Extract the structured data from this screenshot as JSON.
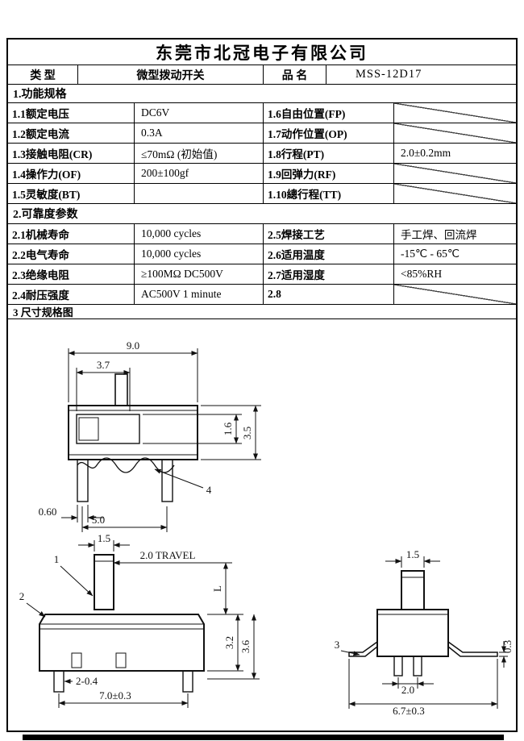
{
  "header": {
    "company": "东莞市北冠电子有限公司",
    "type_label": "类 型",
    "type_value": "微型拨动开关",
    "name_label": "品 名",
    "name_value": "MSS-12D17"
  },
  "section1": {
    "title": "1.功能规格",
    "rows": [
      {
        "label_l": "1.1额定电压",
        "value_l": "DC6V",
        "label_r": "1.6自由位置(FP)",
        "value_r": ""
      },
      {
        "label_l": "1.2额定电流",
        "value_l": "0.3A",
        "label_r": "1.7动作位置(OP)",
        "value_r": ""
      },
      {
        "label_l": "1.3接触电阻(CR)",
        "value_l": "≤70mΩ (初始值)",
        "label_r": "1.8行程(PT)",
        "value_r": "2.0±0.2mm"
      },
      {
        "label_l": "1.4操作力(OF)",
        "value_l": "200±100gf",
        "label_r": "1.9回弹力(RF)",
        "value_r": ""
      },
      {
        "label_l": "1.5灵敏度(BT)",
        "value_l": "",
        "label_r": "1.10總行程(TT)",
        "value_r": ""
      }
    ]
  },
  "section2": {
    "title": "2.可靠度参数",
    "rows": [
      {
        "label_l": "2.1机械寿命",
        "value_l": "10,000 cycles",
        "label_r": "2.5焊接工艺",
        "value_r": "手工焊、回流焊"
      },
      {
        "label_l": "2.2电气寿命",
        "value_l": "10,000 cycles",
        "label_r": "2.6适用温度",
        "value_r": "-15℃ - 65℃"
      },
      {
        "label_l": "2.3绝缘电阻",
        "value_l": "≥100MΩ DC500V",
        "label_r": "2.7适用湿度",
        "value_r": "<85%RH"
      },
      {
        "label_l": "2.4耐压强度",
        "value_l": "AC500V 1 minute",
        "label_r": "2.8",
        "value_r": ""
      }
    ]
  },
  "section3": {
    "title": "3 尺寸规格图"
  },
  "drawing": {
    "top_view": {
      "dim_width": "9.0",
      "dim_slot": "3.7",
      "dim_inner_h": "1.6",
      "dim_body_h": "3.5",
      "dim_pin_w": "0.60",
      "dim_pin_pitch": "5.0",
      "callout_spring": "4"
    },
    "front_view": {
      "dim_stem_w": "1.5",
      "travel": "2.0 TRAVEL",
      "dim_stem_h": "L",
      "dim_body_h": "3.2",
      "dim_total_h": "3.6",
      "pin_note": "2-0.4",
      "dim_total_w": "7.0±0.3",
      "callout_stem": "1",
      "callout_body": "2"
    },
    "side_view": {
      "dim_stem_w": "1.5",
      "dim_foot_t": "0.3",
      "dim_pin_pitch": "2.0",
      "dim_total_w": "6.7±0.3",
      "callout_bracket": "3"
    }
  }
}
